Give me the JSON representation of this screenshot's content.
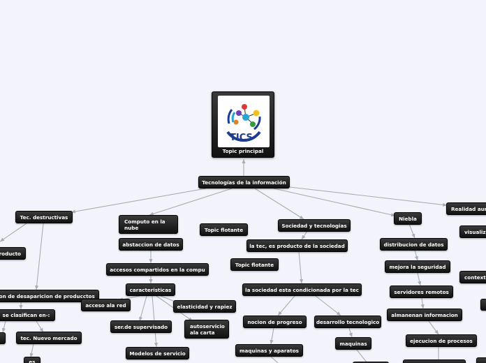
{
  "central": {
    "label": "Topic principal",
    "logo_text": "TICS"
  },
  "nodes": {
    "tecnologias": "Tecnologías de la información",
    "tec_destructivas": "Tec. destructivas",
    "producto": "roducto",
    "desaparicion": "ion de desaparicion de producctos",
    "se_clasifican": "se clasifican en-:",
    "tec_nuevo_mercado": "tec. Nuevo mercado",
    "es": "es",
    "computo_nube": "Computo en la nube",
    "abstraccion": "abstaccion de datos",
    "accesos": "accesos compartidos en la compu",
    "caracteristicas": "caracteristicas",
    "acceso_red": "acceso ala red",
    "ser_supervisado": "ser.de supervisado",
    "modelos_servicio": "Modelos de servicio",
    "elasticidad": "elasticidad y rapiez",
    "autoservicio": "autoservicio ala carta",
    "topic_flotante_1": "Topic flotante",
    "topic_flotante_2": "Topic flotante",
    "sociedad_tec": "Sociedad y tecnologias",
    "producto_sociedad": "la tec, es producto de la sociedad",
    "sociedad_condicionada": "la sociedad esta condicionada por la tec",
    "nocion_progreso": "nocion de progreso",
    "desarrollo_tec": "desarrollo tecnologico",
    "maquinas_aparatos": "maquinas y aparatos",
    "maquinas": "maquinas",
    "niebla": "Niebla",
    "distribucion": "distribucion de datos",
    "seguridad": "mejora la seguridad",
    "servidores": "servidores remotos",
    "almacenan": "almanenan informacion",
    "ejecucion": "ejecucion de procesos",
    "realidad_aum": "Realidad aum",
    "visualiz": "visualiz",
    "context": "context"
  }
}
